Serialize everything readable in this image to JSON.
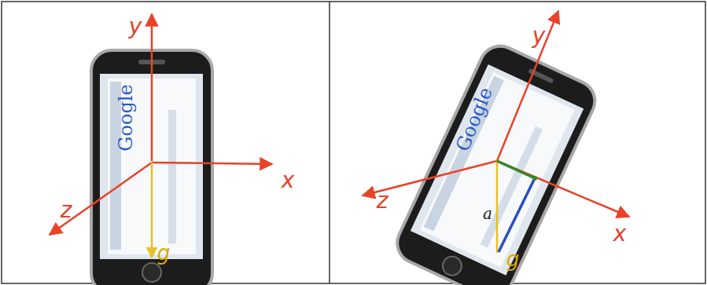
{
  "diagram": {
    "labels": [
      "y",
      "x",
      "z",
      "g",
      "Google",
      "y",
      "z",
      "x",
      "g",
      "a",
      "Google"
    ]
  }
}
